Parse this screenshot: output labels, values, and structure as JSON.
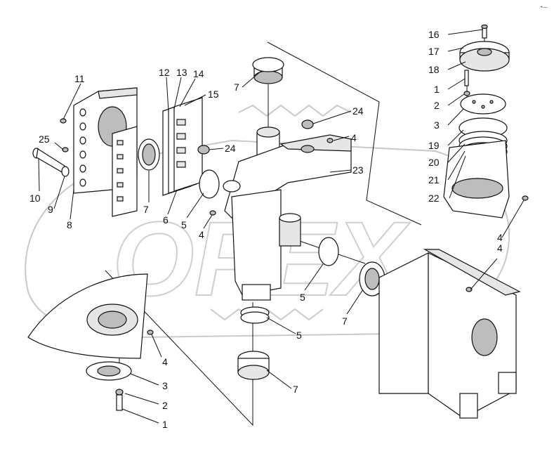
{
  "corner_mark": "•—",
  "watermark": "OPEX",
  "callouts": [
    {
      "id": "c-16-top",
      "text": "16"
    },
    {
      "id": "c-17-top",
      "text": "17"
    },
    {
      "id": "c-18-top",
      "text": "18"
    },
    {
      "id": "c-1-right",
      "text": "1"
    },
    {
      "id": "c-2-right",
      "text": "2"
    },
    {
      "id": "c-3-right",
      "text": "3"
    },
    {
      "id": "c-19",
      "text": "19"
    },
    {
      "id": "c-20",
      "text": "20"
    },
    {
      "id": "c-21",
      "text": "21"
    },
    {
      "id": "c-22",
      "text": "22"
    },
    {
      "id": "c-4-far-right",
      "text": "4"
    },
    {
      "id": "c-4-frame",
      "text": "4"
    },
    {
      "id": "c-7-top",
      "text": "7"
    },
    {
      "id": "c-24-right",
      "text": "24"
    },
    {
      "id": "c-4-lug",
      "text": "4"
    },
    {
      "id": "c-24-mid",
      "text": "24"
    },
    {
      "id": "c-23",
      "text": "23"
    },
    {
      "id": "c-11",
      "text": "11"
    },
    {
      "id": "c-12",
      "text": "12"
    },
    {
      "id": "c-13",
      "text": "13"
    },
    {
      "id": "c-14",
      "text": "14"
    },
    {
      "id": "c-15",
      "text": "15"
    },
    {
      "id": "c-25",
      "text": "25"
    },
    {
      "id": "c-10",
      "text": "10"
    },
    {
      "id": "c-9",
      "text": "9"
    },
    {
      "id": "c-8",
      "text": "8"
    },
    {
      "id": "c-7-left",
      "text": "7"
    },
    {
      "id": "c-6",
      "text": "6"
    },
    {
      "id": "c-5-left",
      "text": "5"
    },
    {
      "id": "c-4-left",
      "text": "4"
    },
    {
      "id": "c-5-mid",
      "text": "5"
    },
    {
      "id": "c-7-mid",
      "text": "7"
    },
    {
      "id": "c-5-low",
      "text": "5"
    },
    {
      "id": "c-7-bottom",
      "text": "7"
    },
    {
      "id": "c-4-bottom",
      "text": "4"
    },
    {
      "id": "c-3-bottom",
      "text": "3"
    },
    {
      "id": "c-2-bottom",
      "text": "2"
    },
    {
      "id": "c-1-bottom",
      "text": "1"
    }
  ]
}
